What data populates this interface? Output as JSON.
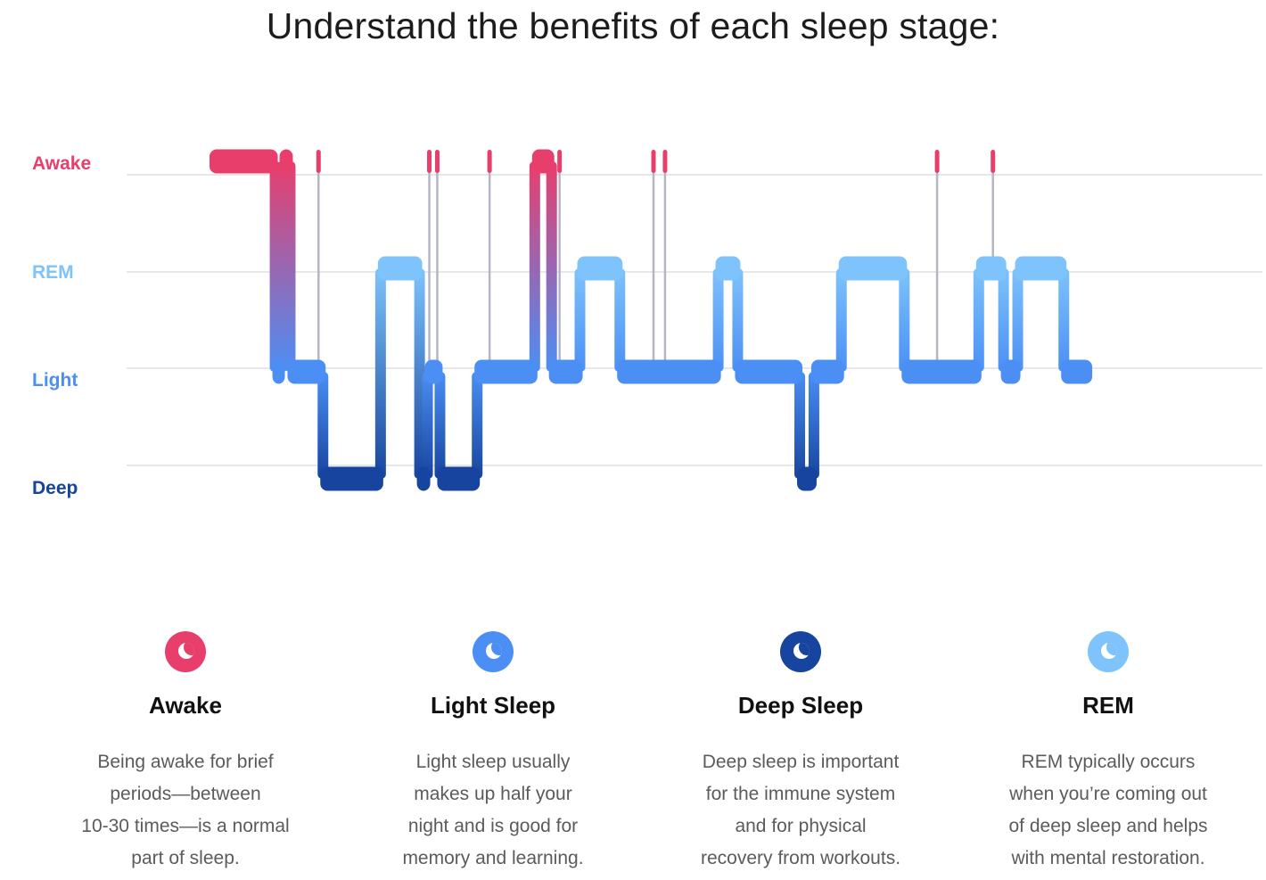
{
  "page_title": "Understand the benefits of each sleep stage:",
  "colors": {
    "awake": "#e83e6c",
    "rem": "#7ec3fb",
    "light": "#4b8ff5",
    "deep": "#16449e",
    "gridline": "#e7e7ea",
    "connector": "#b4b6c4"
  },
  "chart_data": {
    "type": "line",
    "title": "",
    "y_levels": [
      "Awake",
      "REM",
      "Light",
      "Deep"
    ],
    "xlabel": "",
    "ylabel": "",
    "grid": true,
    "segments": [
      {
        "stage": "Awake",
        "start": 0.0,
        "end": 7.1
      },
      {
        "stage": "Light",
        "start": 7.1,
        "end": 7.9
      },
      {
        "stage": "Awake",
        "start": 7.9,
        "end": 8.8
      },
      {
        "stage": "Light",
        "start": 8.8,
        "end": 12.5
      },
      {
        "stage": "Deep",
        "start": 12.5,
        "end": 19.0
      },
      {
        "stage": "REM",
        "start": 19.0,
        "end": 23.4
      },
      {
        "stage": "Deep",
        "start": 23.4,
        "end": 24.3
      },
      {
        "stage": "Light",
        "start": 24.3,
        "end": 25.7
      },
      {
        "stage": "Deep",
        "start": 25.7,
        "end": 29.9
      },
      {
        "stage": "Light",
        "start": 29.9,
        "end": 36.4
      },
      {
        "stage": "Awake",
        "start": 36.4,
        "end": 38.3
      },
      {
        "stage": "Light",
        "start": 38.3,
        "end": 41.5
      },
      {
        "stage": "REM",
        "start": 41.5,
        "end": 46.0
      },
      {
        "stage": "Light",
        "start": 46.0,
        "end": 57.1
      },
      {
        "stage": "REM",
        "start": 57.1,
        "end": 59.3
      },
      {
        "stage": "Light",
        "start": 59.3,
        "end": 66.3
      },
      {
        "stage": "Deep",
        "start": 66.3,
        "end": 67.9
      },
      {
        "stage": "Light",
        "start": 67.9,
        "end": 71.0
      },
      {
        "stage": "REM",
        "start": 71.0,
        "end": 78.1
      },
      {
        "stage": "Light",
        "start": 78.1,
        "end": 86.5
      },
      {
        "stage": "REM",
        "start": 86.5,
        "end": 89.3
      },
      {
        "stage": "Light",
        "start": 89.3,
        "end": 90.9
      },
      {
        "stage": "REM",
        "start": 90.9,
        "end": 96.1
      },
      {
        "stage": "Light",
        "start": 96.1,
        "end": 99.0
      }
    ],
    "awake_spikes": [
      12.0,
      24.5,
      25.4,
      31.3,
      39.2,
      49.8,
      51.1,
      81.8,
      88.1
    ]
  },
  "stages": [
    {
      "name": "Awake",
      "title": "Awake",
      "description": [
        "Being awake for brief",
        "periods—between",
        "10-30 times—is a normal",
        "part of sleep."
      ]
    },
    {
      "name": "Light",
      "title": "Light Sleep",
      "description": [
        "Light sleep usually",
        "makes up half your",
        "night and is good for",
        "memory and learning."
      ]
    },
    {
      "name": "Deep",
      "title": "Deep Sleep",
      "description": [
        "Deep sleep is important",
        "for the immune system",
        "and for physical",
        "recovery from workouts."
      ]
    },
    {
      "name": "REM",
      "title": "REM",
      "description": [
        "REM typically occurs",
        "when you’re coming out",
        "of deep sleep and helps",
        "with mental restoration."
      ]
    }
  ]
}
